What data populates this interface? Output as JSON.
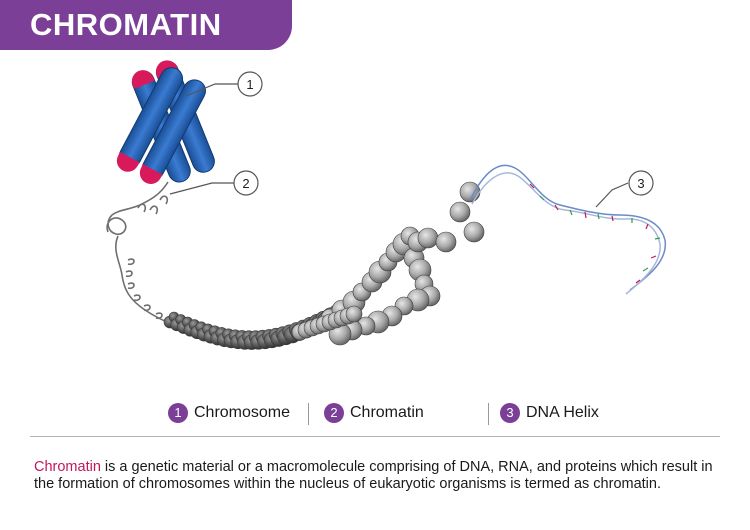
{
  "header": {
    "title": "CHROMATIN"
  },
  "callouts": [
    {
      "number": "1"
    },
    {
      "number": "2"
    },
    {
      "number": "3"
    }
  ],
  "legend": [
    {
      "number": "1",
      "label": "Chromosome"
    },
    {
      "number": "2",
      "label": "Chromatin"
    },
    {
      "number": "3",
      "label": "DNA Helix"
    }
  ],
  "description": {
    "term": "Chromatin",
    "text": " is a genetic material or a macromolecule comprising of DNA, RNA, and proteins which result in the formation of chromosomes within the nucleus of eukaryotic organisms is termed as chromatin."
  },
  "colors": {
    "banner": "#7b3f98",
    "chromosome": "#1f5fb3",
    "telomere": "#d8195b",
    "bead": "#a9a9a9",
    "term": "#c2185b"
  }
}
